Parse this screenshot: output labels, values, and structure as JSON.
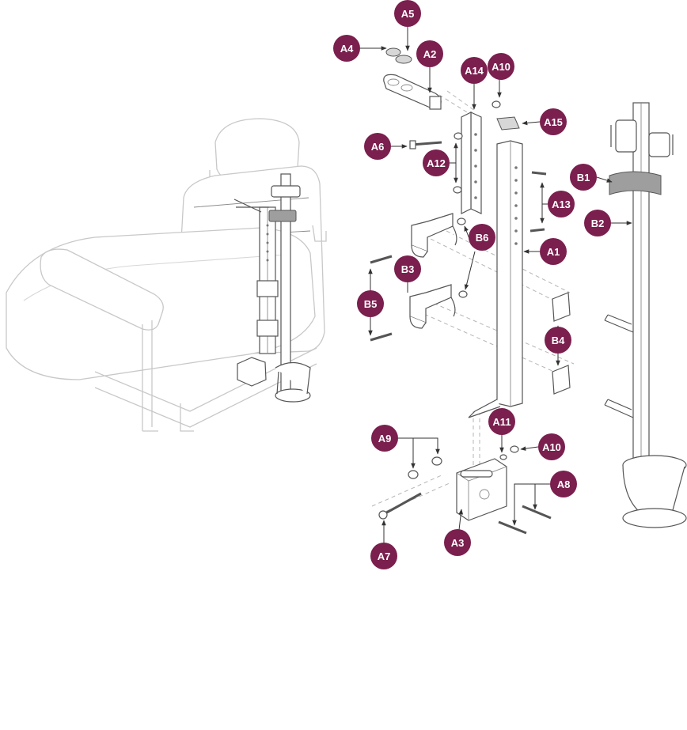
{
  "colors": {
    "badge": "#7a1f4e",
    "strap": "#9e9e9e",
    "outline": "#555555",
    "seat": "#c8c8c8"
  },
  "callouts": {
    "A1": "A1",
    "A2": "A2",
    "A3": "A3",
    "A4": "A4",
    "A5": "A5",
    "A6": "A6",
    "A7": "A7",
    "A8": "A8",
    "A9": "A9",
    "A10a": "A10",
    "A10b": "A10",
    "A11": "A11",
    "A12": "A12",
    "A13": "A13",
    "A14": "A14",
    "A15": "A15",
    "B1": "B1",
    "B2": "B2",
    "B3": "B3",
    "B4": "B4",
    "B5": "B5",
    "B6": "B6"
  }
}
